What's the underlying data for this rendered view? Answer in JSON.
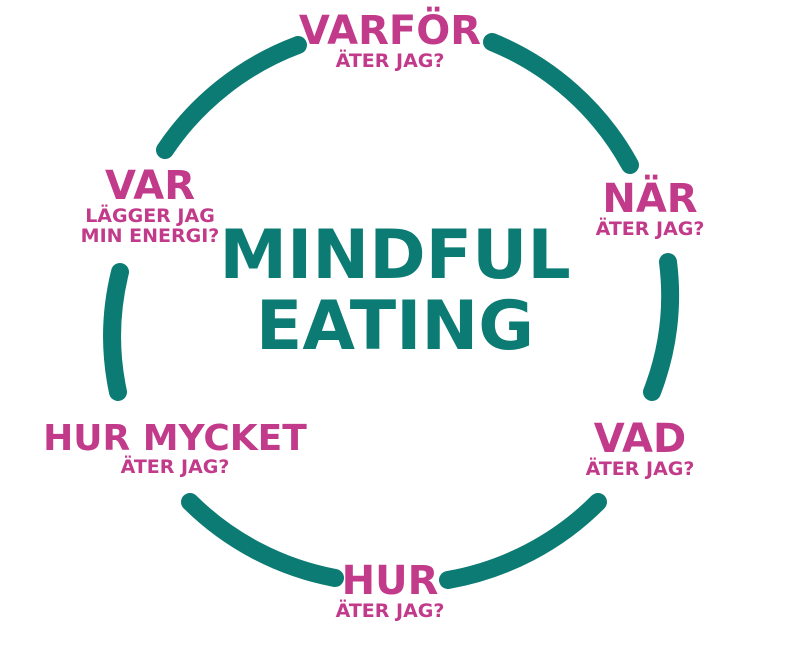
{
  "title": {
    "line1": "MINDFUL",
    "line2": "EATING"
  },
  "labels": [
    {
      "main": "VARFÖR",
      "sub": "ÄTER JAG?"
    },
    {
      "main": "NÄR",
      "sub": "ÄTER JAG?"
    },
    {
      "main": "VAD",
      "sub": "ÄTER JAG?"
    },
    {
      "main": "HUR",
      "sub": "ÄTER JAG?"
    },
    {
      "main": "HUR MYCKET",
      "sub": "ÄTER JAG?"
    },
    {
      "main": "VAR",
      "sub": "LÄGGER JAG",
      "sub2": "MIN ENERGI?"
    }
  ],
  "colors": {
    "teal": "#0b7b73",
    "magenta": "#c23a8a"
  }
}
